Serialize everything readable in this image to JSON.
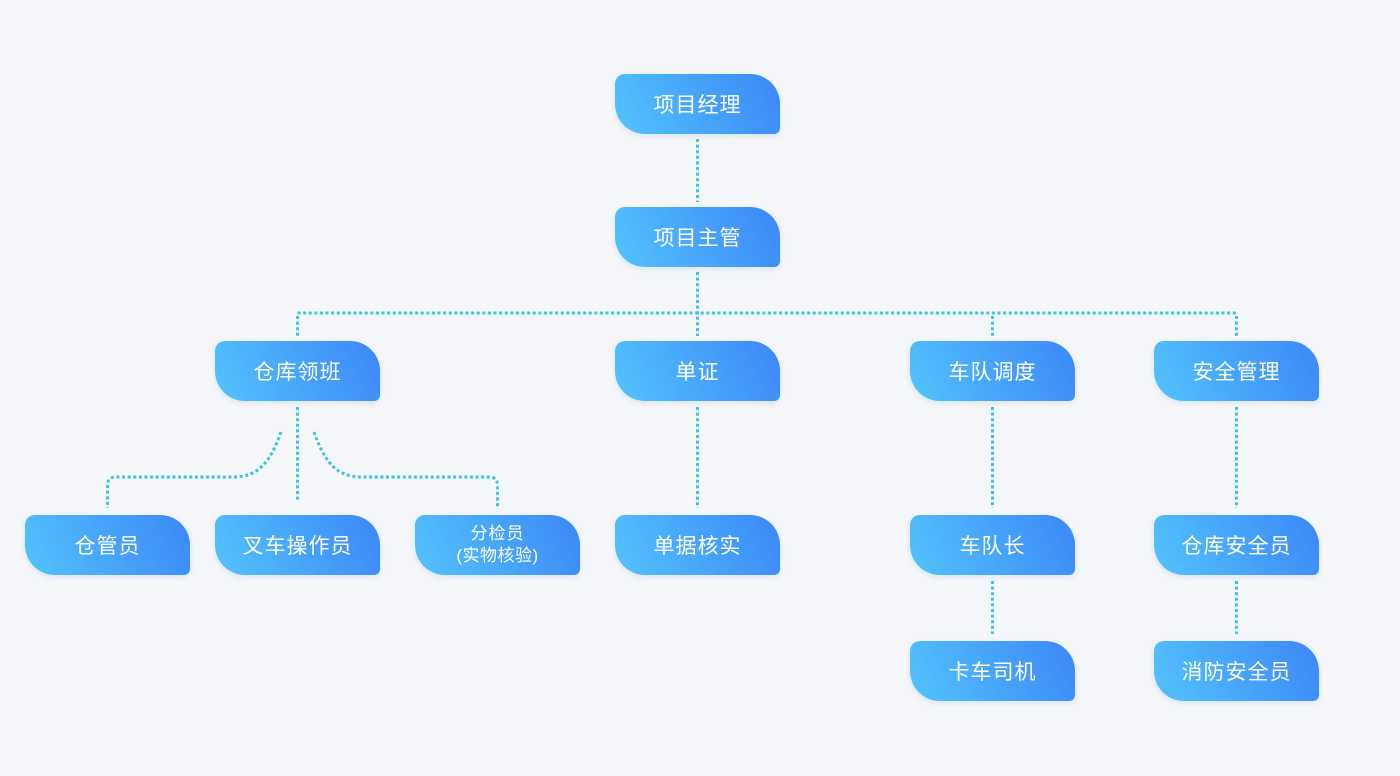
{
  "canvas": {
    "background_color": "#f4f6f9",
    "node_gradient_start": "#53c3fb",
    "node_gradient_end": "#3c87f7",
    "node_text_color": "#ffffff",
    "connector_color": "#3ac6e0",
    "connector_style": "dotted"
  },
  "chart": {
    "type": "org-chart",
    "nodes": [
      {
        "id": "project-manager",
        "label": "项目经理",
        "level": 1,
        "parent": null
      },
      {
        "id": "project-supervisor",
        "label": "项目主管",
        "level": 2,
        "parent": "project-manager"
      },
      {
        "id": "warehouse-foreman",
        "label": "仓库领班",
        "level": 3,
        "parent": "project-supervisor"
      },
      {
        "id": "documentation",
        "label": "单证",
        "level": 3,
        "parent": "project-supervisor"
      },
      {
        "id": "fleet-dispatch",
        "label": "车队调度",
        "level": 3,
        "parent": "project-supervisor"
      },
      {
        "id": "safety-management",
        "label": "安全管理",
        "level": 3,
        "parent": "project-supervisor"
      },
      {
        "id": "warehouse-keeper",
        "label": "仓管员",
        "level": 4,
        "parent": "warehouse-foreman"
      },
      {
        "id": "forklift-operator",
        "label": "叉车操作员",
        "level": 4,
        "parent": "warehouse-foreman"
      },
      {
        "id": "sorter",
        "label": "分检员",
        "label_line2": "(实物核验)",
        "level": 4,
        "parent": "warehouse-foreman"
      },
      {
        "id": "document-verification",
        "label": "单据核实",
        "level": 4,
        "parent": "documentation"
      },
      {
        "id": "fleet-captain",
        "label": "车队长",
        "level": 4,
        "parent": "fleet-dispatch"
      },
      {
        "id": "warehouse-safety-officer",
        "label": "仓库安全员",
        "level": 4,
        "parent": "safety-management"
      },
      {
        "id": "truck-driver",
        "label": "卡车司机",
        "level": 5,
        "parent": "fleet-captain"
      },
      {
        "id": "fire-safety-officer",
        "label": "消防安全员",
        "level": 5,
        "parent": "warehouse-safety-officer"
      }
    ]
  }
}
